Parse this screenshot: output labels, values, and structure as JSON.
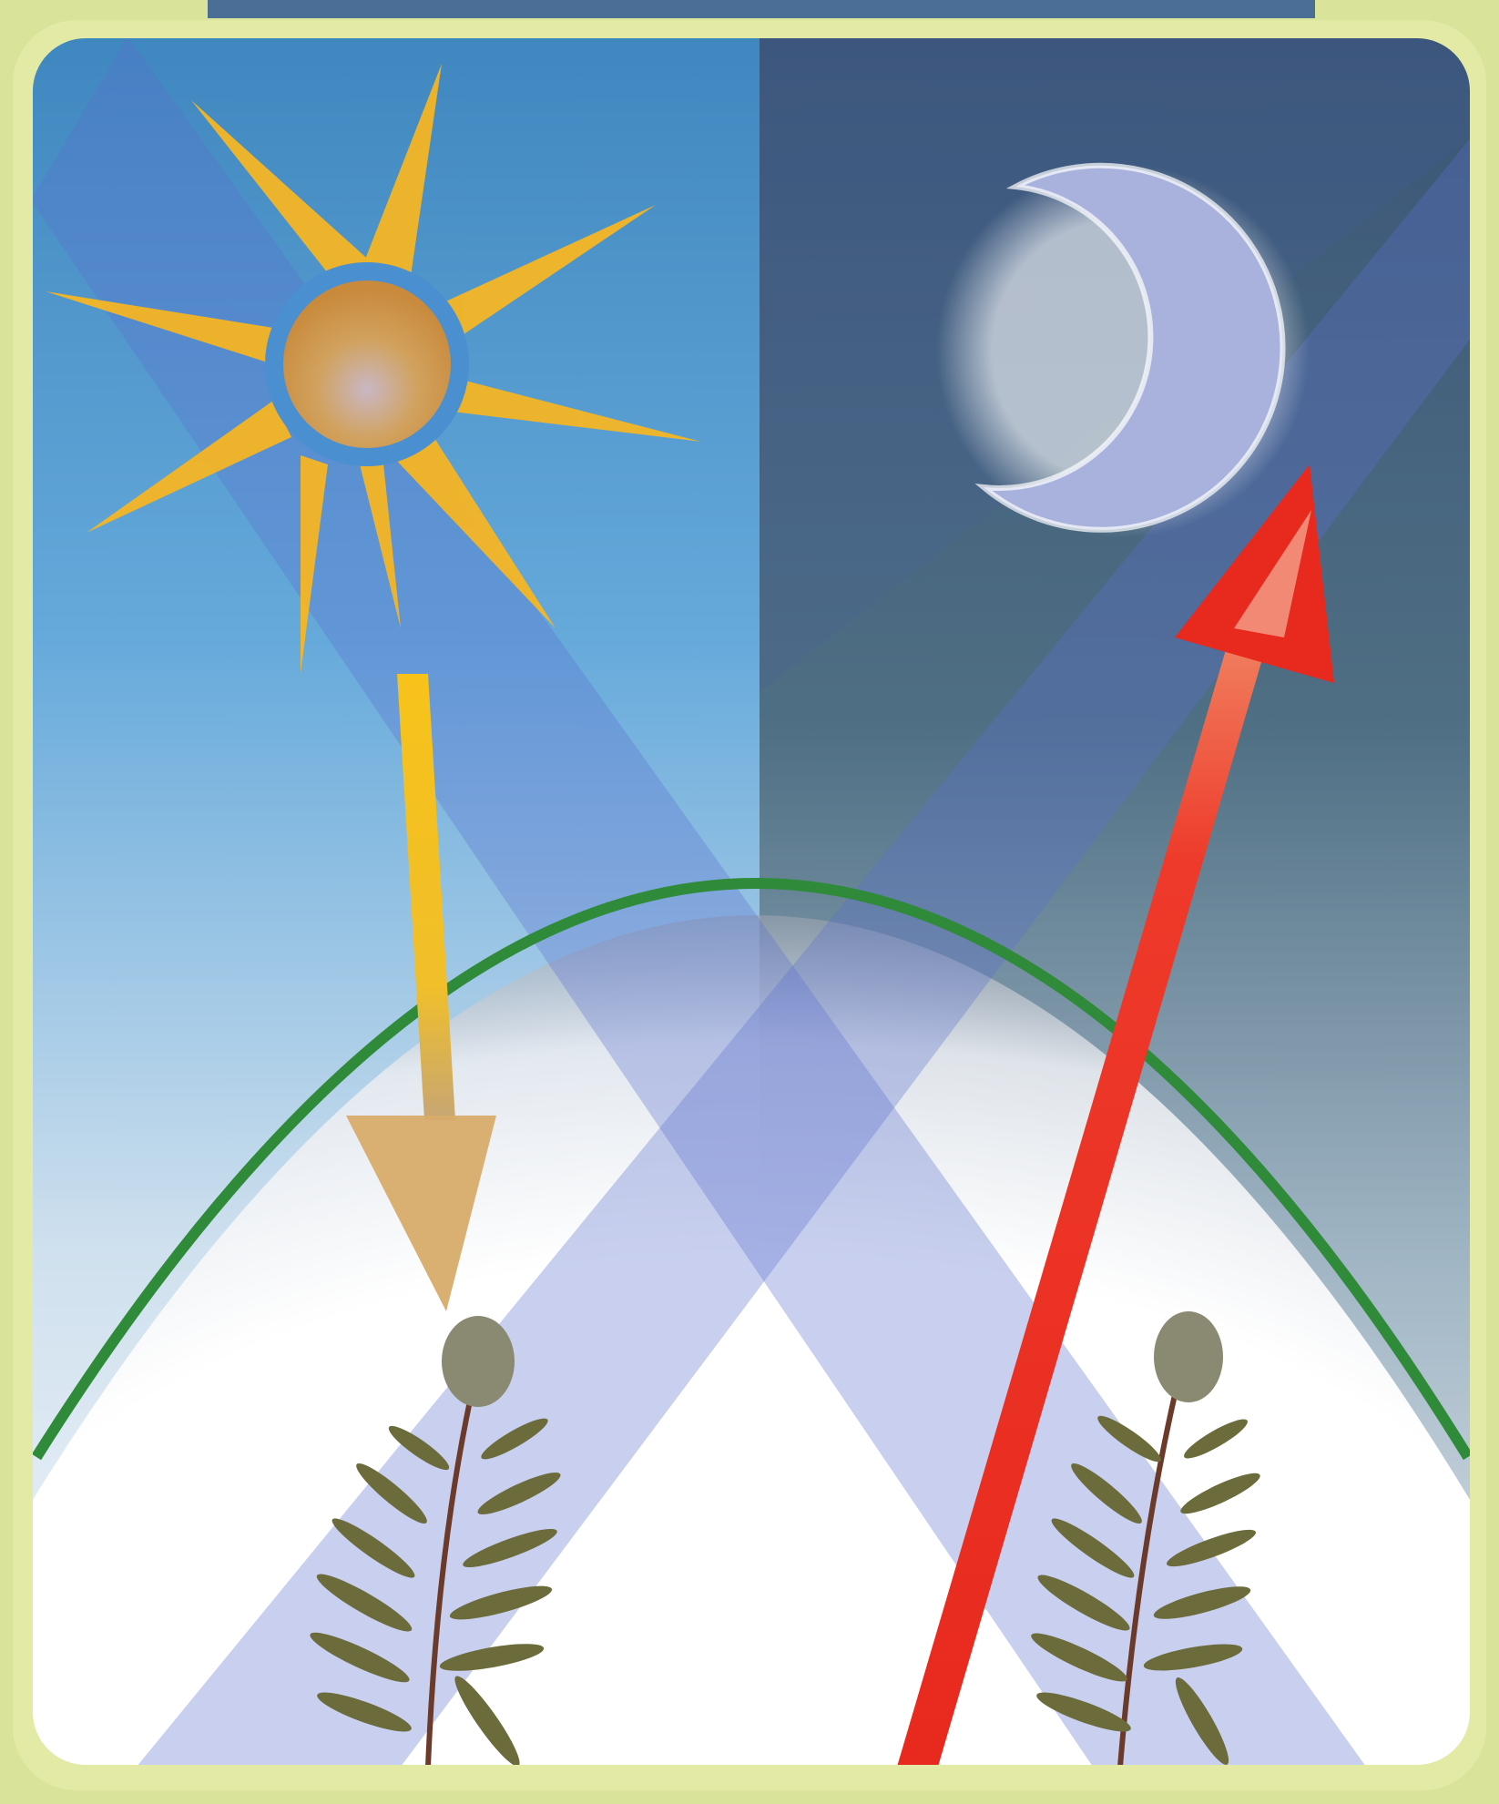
{
  "colors": {
    "frame": "#d9e39a",
    "header_bar": "#4a6e96",
    "day_sky_top": "#3f87bf",
    "day_sky_bottom": "#f4f7fb",
    "night_sky_top": "#3a5576",
    "night_sky_bottom": "#d7dfe6",
    "band": "#7d8fd0",
    "dome_outline": "#2f8a3a",
    "incoming_arrow": "#f7c21a",
    "outgoing_arrow": "#e8291e",
    "sun_rays": "#f5b524",
    "moon": "#a9b2dc",
    "needles": "#6c6b3c"
  },
  "panels": [
    {
      "name": "day",
      "icons": [
        "sun-icon",
        "incoming-radiation-arrow"
      ]
    },
    {
      "name": "night",
      "icons": [
        "crescent-moon-icon",
        "outgoing-radiation-arrow"
      ]
    }
  ],
  "elements": {
    "dome": "atmosphere-dome",
    "plants": [
      "conifer-branch-icon",
      "conifer-branch-icon"
    ]
  }
}
